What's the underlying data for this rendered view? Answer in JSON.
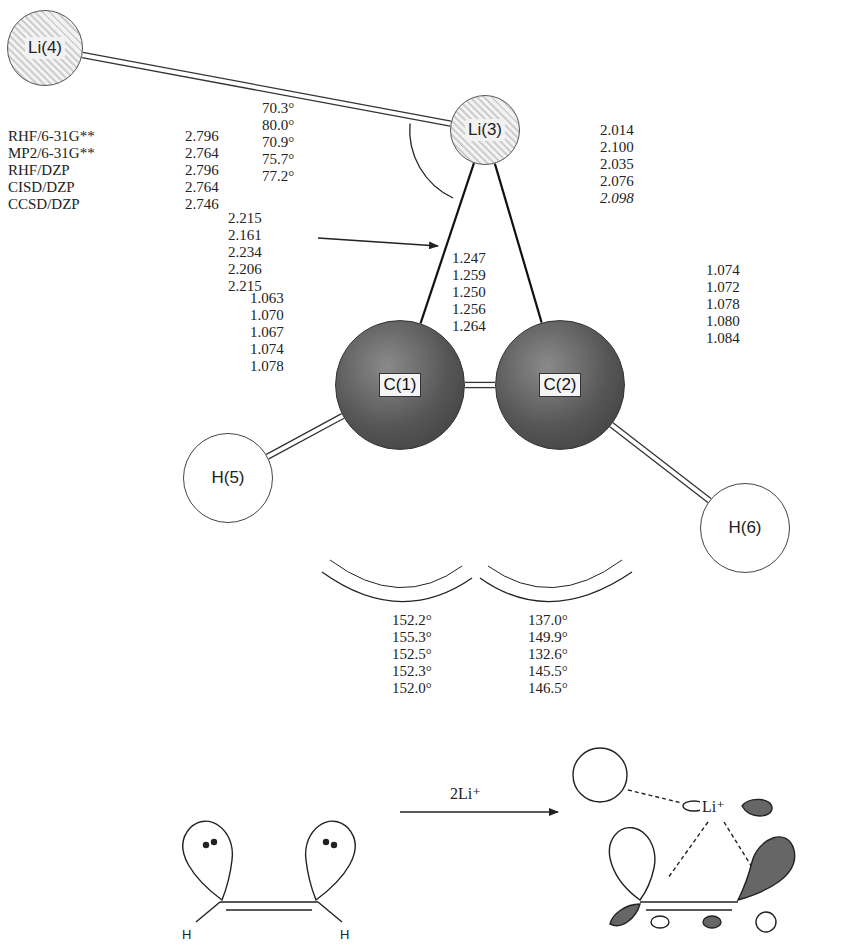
{
  "diagram": {
    "nodes": [
      {
        "text": [
          "Li(4)"
        ]
      },
      {
        "text": [
          "Li(3)"
        ]
      },
      {
        "text": [
          "C(1)"
        ]
      },
      {
        "text": [
          "C(2)"
        ]
      },
      {
        "text": [
          "H(5)"
        ]
      },
      {
        "text": [
          "H(6)"
        ]
      }
    ],
    "edges": [
      {
        "from": 0,
        "to": 1,
        "arrow": "none"
      },
      {
        "from": 1,
        "to": 2,
        "arrow": "none"
      },
      {
        "from": 1,
        "to": 3,
        "arrow": "none"
      },
      {
        "from": 2,
        "to": 3,
        "arrow": "none"
      },
      {
        "from": 2,
        "to": 4,
        "arrow": "none"
      },
      {
        "from": 3,
        "to": 5,
        "arrow": "none"
      }
    ],
    "labels": [
      "RHF/6-31G**",
      "MP2/6-31G**",
      "RHF/DZP",
      "CISD/DZP",
      "CCSD/DZP",
      "2.796",
      "2.764",
      "2.796",
      "2.764",
      "2.746",
      "70.3°",
      "80.0°",
      "70.9°",
      "75.7°",
      "77.2°",
      "2.014",
      "2.100",
      "2.035",
      "2.076",
      "2.098",
      "2.215",
      "2.161",
      "2.234",
      "2.206",
      "2.215",
      "1.247",
      "1.259",
      "1.250",
      "1.256",
      "1.264",
      "1.063",
      "1.070",
      "1.067",
      "1.074",
      "1.078",
      "1.074",
      "1.072",
      "1.078",
      "1.080",
      "1.084",
      "152.2°",
      "155.3°",
      "152.5°",
      "152.3°",
      "152.0°",
      "137.0°",
      "149.9°",
      "132.6°",
      "145.5°",
      "146.5°",
      "2Li⁺",
      "Li⁺",
      "H",
      "H"
    ]
  }
}
